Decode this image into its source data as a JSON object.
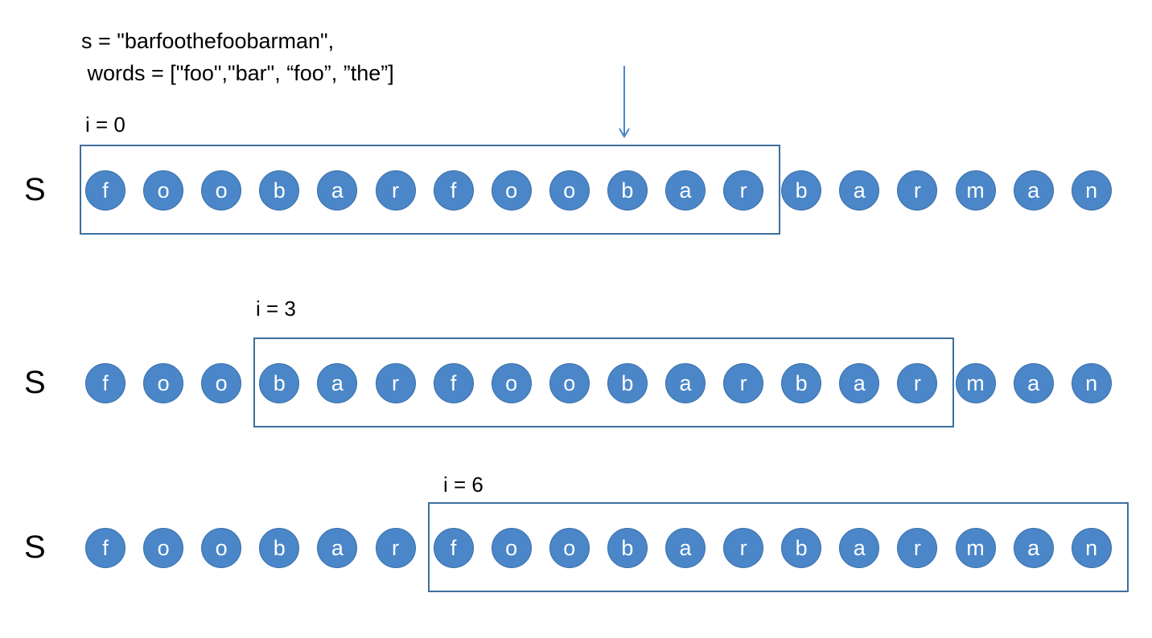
{
  "header": {
    "line1": "s = \"barfoothefoobarman\",",
    "line2": " words = [\"foo\",\"bar\", “foo”, ”the”]"
  },
  "rows": [
    {
      "label": "i = 0",
      "s_label": "S",
      "chars": [
        "f",
        "o",
        "o",
        "b",
        "a",
        "r",
        "f",
        "o",
        "o",
        "b",
        "a",
        "r",
        "b",
        "a",
        "r",
        "m",
        "a",
        "n"
      ],
      "window_start": 0,
      "window_length": 12
    },
    {
      "label": "i = 3",
      "s_label": "S",
      "chars": [
        "f",
        "o",
        "o",
        "b",
        "a",
        "r",
        "f",
        "o",
        "o",
        "b",
        "a",
        "r",
        "b",
        "a",
        "r",
        "m",
        "a",
        "n"
      ],
      "window_start": 3,
      "window_length": 12
    },
    {
      "label": "i = 6",
      "s_label": "S",
      "chars": [
        "f",
        "o",
        "o",
        "b",
        "a",
        "r",
        "f",
        "o",
        "o",
        "b",
        "a",
        "r",
        "b",
        "a",
        "r",
        "m",
        "a",
        "n"
      ],
      "window_start": 6,
      "window_length": 12
    }
  ],
  "colors": {
    "circle_fill": "#4a86c8",
    "circle_text": "#ffffff",
    "window_border": "#3d6f9e",
    "arrow": "#4a86c8"
  }
}
